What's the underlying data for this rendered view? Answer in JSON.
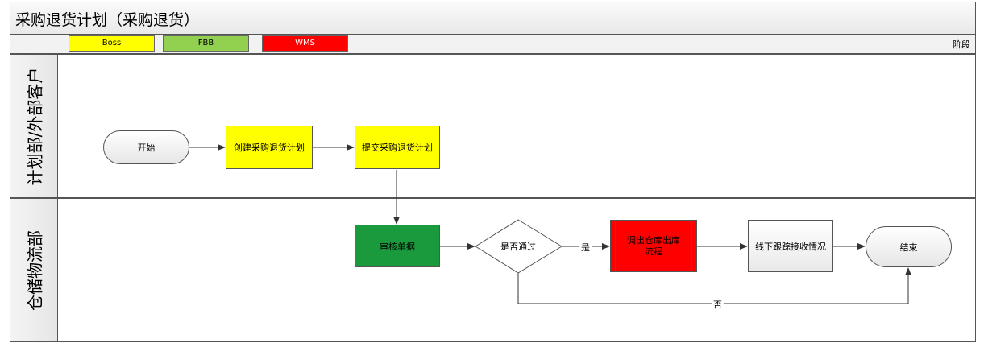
{
  "title": "采购退货计划（采购退货）",
  "legend": [
    {
      "label": "Boss",
      "color": "#ffff00"
    },
    {
      "label": "FBB",
      "color": "#92d050"
    },
    {
      "label": "WMS",
      "color": "#ff0000"
    }
  ],
  "phase_label": "阶段",
  "lanes": [
    {
      "title": "计划部/外部客户"
    },
    {
      "title": "仓储物流部"
    }
  ],
  "nodes": {
    "start": "开始",
    "create_plan": "创建采购退货计划",
    "submit_plan": "提交采购退货计划",
    "review": "审核单据",
    "decision": "是否通过",
    "warehouse_out": "调出仓库出库流程",
    "offline_track": "线下跟踪接收情况",
    "end": "结束"
  },
  "edge_labels": {
    "yes": "是",
    "no": "否"
  }
}
